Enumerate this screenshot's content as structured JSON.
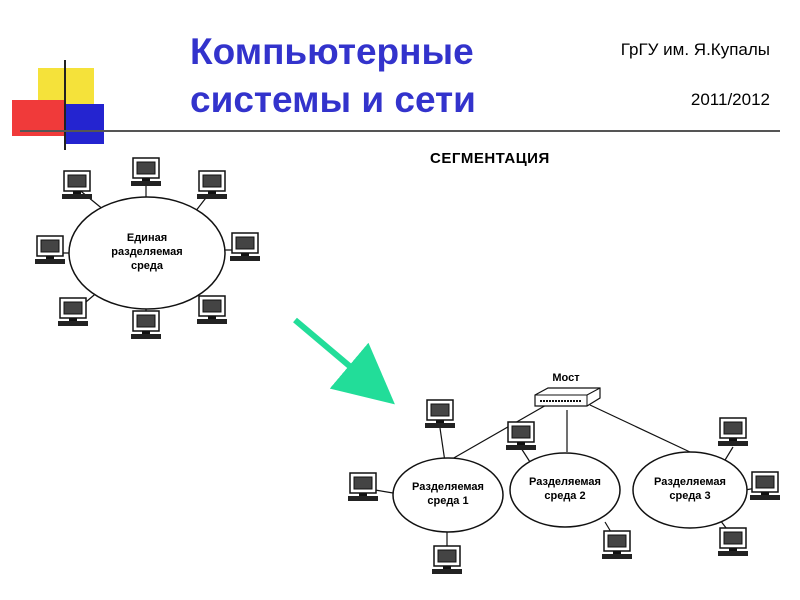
{
  "header": {
    "title_line1": "Компьютерные",
    "title_line2": "системы и сети",
    "organization": "ГрГУ им. Я.Купалы",
    "year": "2011/2012"
  },
  "slide": {
    "subtitle": "СЕГМЕНТАЦИЯ"
  },
  "diagram_top": {
    "shared_medium_label_line1": "Единая",
    "shared_medium_label_line2": "разделяемая",
    "shared_medium_label_line3": "среда"
  },
  "diagram_bottom": {
    "bridge_label": "Мост",
    "segment1_line1": "Разделяемая",
    "segment1_line2": "среда 1",
    "segment2_line1": "Разделяемая",
    "segment2_line2": "среда 2",
    "segment3_line1": "Разделяемая",
    "segment3_line2": "среда 3"
  },
  "colors": {
    "title": "#3333cc",
    "arrow": "#22dd99",
    "deco_yellow": "#f5e23a",
    "deco_red": "#f03030",
    "deco_blue": "#2020d0"
  }
}
